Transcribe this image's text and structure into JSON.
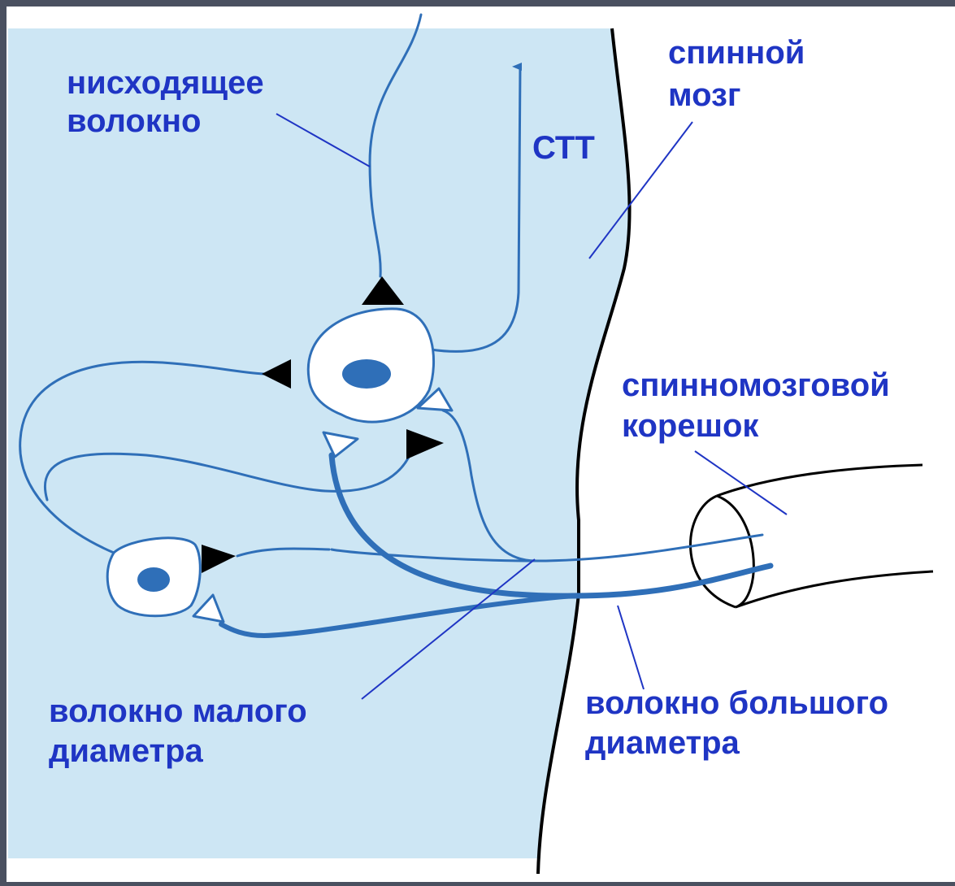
{
  "colors": {
    "frame": "#4a5060",
    "cord_fill": "#cde6f4",
    "neuron_blue": "#2f6fb8",
    "label_blue": "#1f35c4",
    "black": "#000000",
    "white": "#ffffff"
  },
  "labels": {
    "descending_fiber_line1": "нисходящее",
    "descending_fiber_line2": "волокно",
    "stt": "СТТ",
    "spinal_cord_line1": "спинной",
    "spinal_cord_line2": "мозг",
    "spinal_root_line1": "спинномозговой",
    "spinal_root_line2": "корешок",
    "small_fiber_line1": "волокно малого",
    "small_fiber_line2": "диаметра",
    "large_fiber_line1": "волокно большого",
    "large_fiber_line2": "диаметра"
  },
  "legend": {
    "excitatory_synapse": "black-triangle",
    "inhibitory_synapse": "white-triangle"
  }
}
